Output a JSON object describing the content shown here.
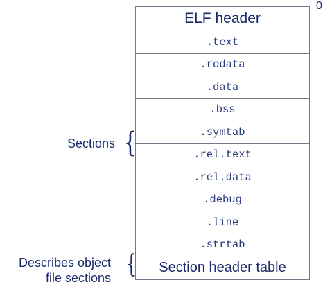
{
  "diagram": {
    "offset_label": "0",
    "header_label": "ELF header",
    "section_rows": [
      ".text",
      ".rodata",
      ".data",
      ".bss",
      ".symtab",
      ".rel.text",
      ".rel.data",
      ".debug",
      ".line",
      ".strtab"
    ],
    "footer_label": "Section header table",
    "annotations": {
      "sections_label": "Sections",
      "describes_line1": "Describes object",
      "describes_line2": "file sections"
    },
    "colors": {
      "text": "#1a2a6c",
      "border": "#6f7a8a",
      "background": "#ffffff"
    }
  }
}
